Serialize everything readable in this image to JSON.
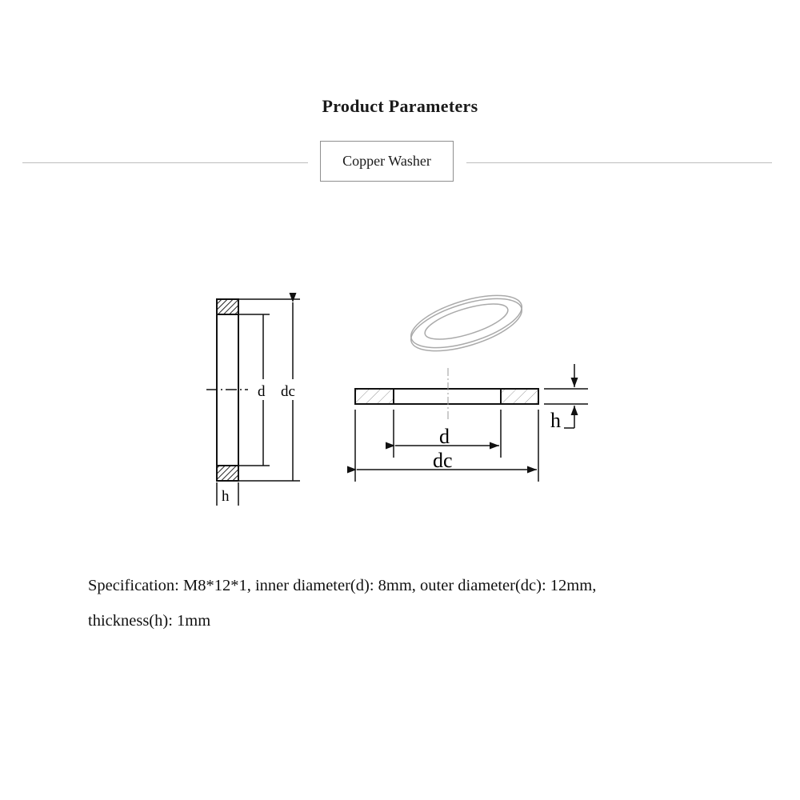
{
  "header": {
    "title": "Product Parameters",
    "product_tag": "Copper Washer"
  },
  "diagram": {
    "side_view": {
      "labels": {
        "inner_diameter": "d",
        "outer_diameter": "dc",
        "thickness": "h"
      }
    },
    "front_view": {
      "labels": {
        "inner_diameter": "d",
        "outer_diameter": "dc",
        "thickness": "h"
      }
    }
  },
  "specification": {
    "line1": "Specification: M8*12*1, inner diameter(d): 8mm, outer diameter(dc): 12mm,",
    "line2": "thickness(h): 1mm",
    "model": "M8*12*1",
    "inner_diameter": "8mm",
    "outer_diameter": "12mm",
    "thickness": "1mm"
  },
  "colors": {
    "rule": "#bdbdbd",
    "box_border": "#8f8f8f",
    "text": "#111111"
  }
}
